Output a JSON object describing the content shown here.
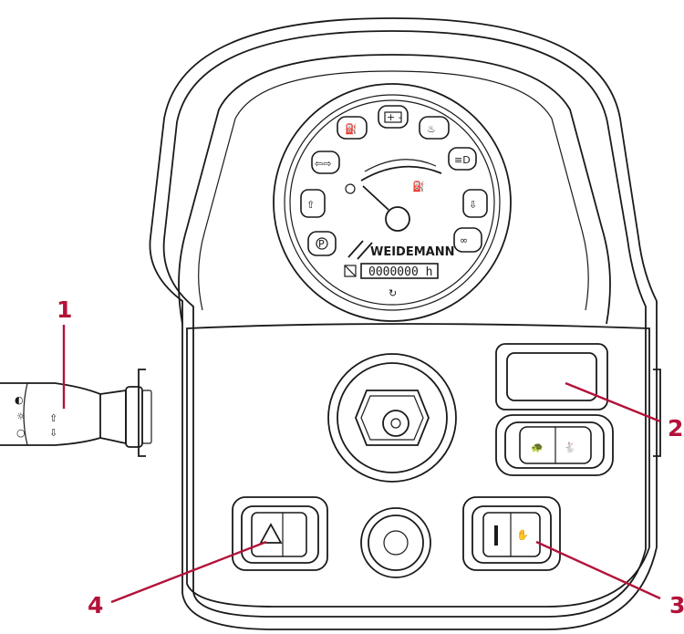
{
  "callouts": {
    "c1": "1",
    "c2": "2",
    "c3": "3",
    "c4": "4"
  },
  "gauge": {
    "brand": "WEIDEMANN",
    "hour_counter": "0000000 h",
    "fuel_symbol": "⛽"
  },
  "colors": {
    "callout": "#b3123a",
    "ink": "#1a1a1a"
  }
}
